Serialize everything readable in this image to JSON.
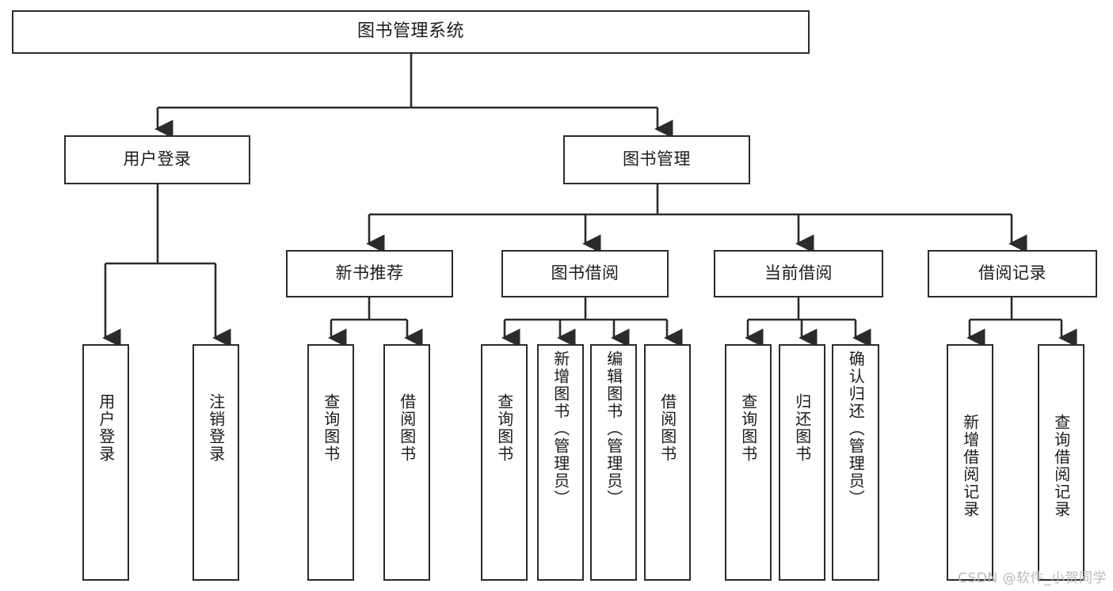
{
  "diagram": {
    "title": "图书管理系统",
    "type": "tree",
    "colors": {
      "box_border": "#2b2b2b",
      "box_fill": "#ffffff",
      "connector": "#2b2b2b",
      "text": "#1b1b1b",
      "watermark": "#b9b9b9"
    },
    "root": {
      "label": "图书管理系统"
    },
    "level2": [
      {
        "label": "用户登录"
      },
      {
        "label": "图书管理"
      }
    ],
    "level3": [
      {
        "label": "新书推荐"
      },
      {
        "label": "图书借阅"
      },
      {
        "label": "当前借阅"
      },
      {
        "label": "借阅记录"
      }
    ],
    "leaves": {
      "user_login": [
        {
          "label": "用户登录"
        },
        {
          "label": "注销登录"
        }
      ],
      "new_book": [
        {
          "label": "查询图书"
        },
        {
          "label": "借阅图书"
        }
      ],
      "borrow": [
        {
          "label": "查询图书"
        },
        {
          "label": "新增图书（管理员）"
        },
        {
          "label": "编辑图书（管理员）"
        },
        {
          "label": "借阅图书"
        }
      ],
      "current": [
        {
          "label": "查询图书"
        },
        {
          "label": "归还图书"
        },
        {
          "label": "确认归还（管理员）"
        }
      ],
      "records": [
        {
          "label": "新增借阅记录"
        },
        {
          "label": "查询借阅记录"
        }
      ]
    }
  },
  "watermark": {
    "text": "CSDN @软件_小贺同学"
  }
}
